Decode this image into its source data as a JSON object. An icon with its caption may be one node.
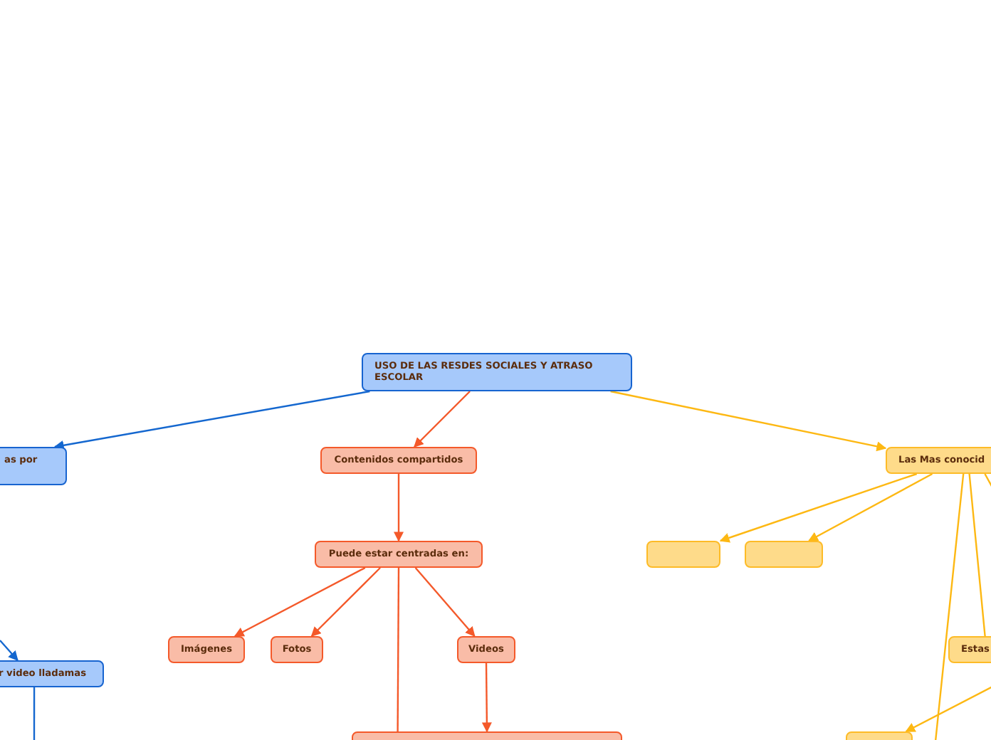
{
  "diagram": {
    "nodes": [
      {
        "text": [
          "USO DE LAS RESDES SOCIALES Y ATRASO ESCOLAR"
        ]
      },
      {
        "text": [
          "as por"
        ]
      },
      {
        "text": [
          "Contenidos compartidos"
        ]
      },
      {
        "text": [
          "Las Mas conocid"
        ]
      },
      {
        "text": [
          "Puede estar centradas en:"
        ]
      },
      {
        "text": [],
        "shape": "box"
      },
      {
        "text": [],
        "shape": "box"
      },
      {
        "text": [
          "Imágenes"
        ]
      },
      {
        "text": [
          "Fotos"
        ]
      },
      {
        "text": [
          "Videos"
        ]
      },
      {
        "text": [
          "r video lladamas"
        ]
      },
      {
        "text": [
          "Estas"
        ]
      },
      {
        "text": [],
        "shape": "box"
      },
      {
        "text": [],
        "shape": "box"
      }
    ],
    "edges": [
      {
        "from": 0,
        "to": 1,
        "arrow": "to",
        "color": "#1467cf"
      },
      {
        "from": 0,
        "to": 2,
        "arrow": "to"
      },
      {
        "from": 0,
        "to": 3,
        "arrow": "to",
        "color": "#fdb813"
      },
      {
        "from": 2,
        "to": 4,
        "arrow": "to"
      },
      {
        "from": 3,
        "to": 5,
        "arrow": "to",
        "color": "#fdb813"
      },
      {
        "from": 3,
        "to": 6,
        "arrow": "to",
        "color": "#fdb813"
      },
      {
        "from": 4,
        "to": 7,
        "arrow": "to"
      },
      {
        "from": 4,
        "to": 8,
        "arrow": "to"
      },
      {
        "from": 4,
        "to": 9,
        "arrow": "to"
      },
      {
        "from": 4,
        "to": 12,
        "arrow": "none"
      },
      {
        "from": 9,
        "to": 12,
        "arrow": "to"
      },
      {
        "from": null,
        "to": 10,
        "arrow": "to",
        "color": "#1467cf"
      },
      {
        "from": 10,
        "to": null,
        "arrow": "none",
        "color": "#1467cf"
      },
      {
        "from": 3,
        "to": 11,
        "arrow": "none",
        "color": "#fdb813"
      },
      {
        "from": 3,
        "to": null,
        "arrow": "none",
        "color": "#fdb813"
      },
      {
        "from": 3,
        "to": null,
        "arrow": "none",
        "color": "#fdb813"
      },
      {
        "from": null,
        "to": 13,
        "arrow": "to",
        "color": "#fdb813"
      }
    ]
  }
}
